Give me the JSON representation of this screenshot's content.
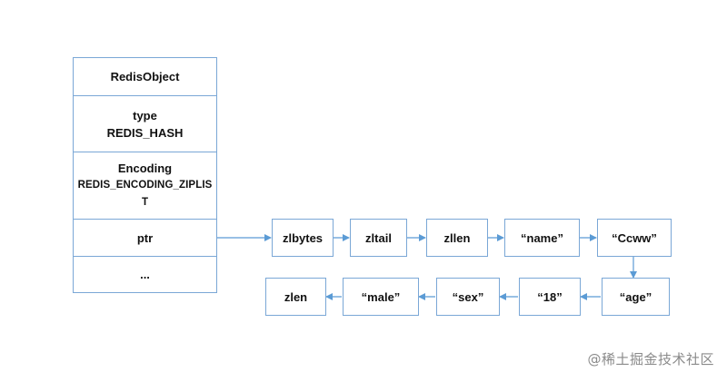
{
  "redis_object": {
    "title": "RedisObject",
    "type_label": "type",
    "type_value": "REDIS_HASH",
    "encoding_label": "Encoding",
    "encoding_value_line1": "REDIS_ENCODING_ZIPLIS",
    "encoding_value_line2": "T",
    "ptr_label": "ptr",
    "more_label": "..."
  },
  "ziplist_row1": [
    "zlbytes",
    "zltail",
    "zllen",
    "“name”",
    "“Ccww”"
  ],
  "ziplist_row2": [
    "zlen",
    "“male”",
    "“sex”",
    "“18”",
    "“age”"
  ],
  "colors": {
    "border": "#7aa7d6",
    "arrow": "#5b9bd5"
  },
  "watermark": "@稀土掘金技术社区"
}
